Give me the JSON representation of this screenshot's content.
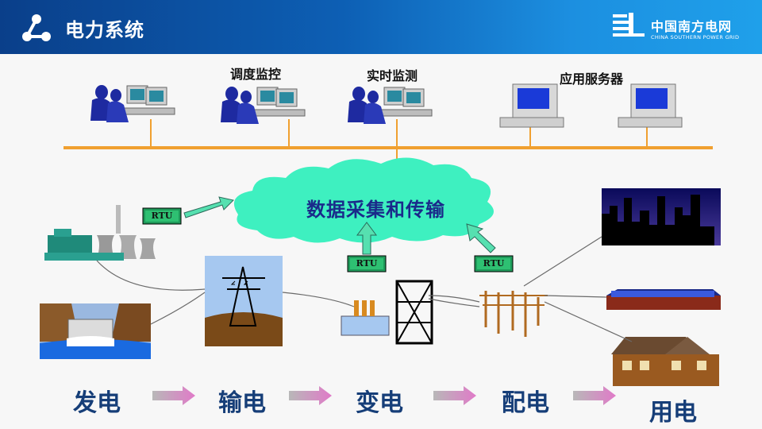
{
  "header": {
    "title": "电力系统",
    "brand_cn": "中国南方电网",
    "brand_en": "CHINA SOUTHERN POWER GRID",
    "logo_icon": "network-nodes-icon"
  },
  "network": {
    "labels": [
      "调度监控",
      "实时监测",
      "应用服务器"
    ]
  },
  "cloud_label": "数据采集和传输",
  "rtu_label": "RTU",
  "stages": [
    "发电",
    "输电",
    "变电",
    "配电",
    "用电"
  ],
  "colors": {
    "header_dark": "#0a3f8a",
    "header_light": "#1fa0ea",
    "bus": "#f0a030",
    "cloud": "#3ef0c0",
    "arrow": "#56e0b0",
    "stage_text": "#163e78",
    "flow_arrow": "#d070c0"
  }
}
